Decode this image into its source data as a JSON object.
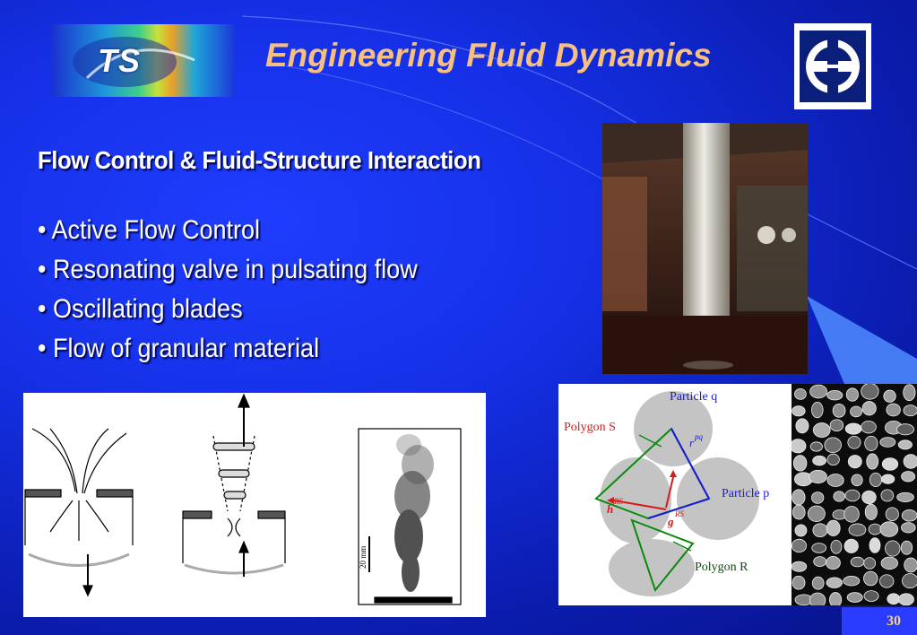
{
  "slide": {
    "title": "Engineering Fluid Dynamics",
    "subtitle": "Flow Control & Fluid-Structure Interaction",
    "bullets": [
      "• Active Flow Control",
      "• Resonating valve in pulsating flow",
      "• Oscillating blades",
      "• Flow of granular material"
    ],
    "page_number": "30"
  },
  "logos": {
    "ts_logo_text": "TS",
    "university_logo": "university-emblem-icon"
  },
  "figures": {
    "flow_diagram": {
      "scale_label": "20 mm"
    },
    "particle_diagram": {
      "particle_q": "Particle q",
      "particle_p": "Particle p",
      "polygon_s": "Polygon S",
      "polygon_r": "Polygon R",
      "vector_r": "r",
      "vector_r_sup": "pq",
      "vector_h": "h",
      "vector_h_sup": "RS",
      "vector_g": "g",
      "vector_g_sup": "RS"
    }
  },
  "colors": {
    "background": "#1530e6",
    "title": "#f7c080",
    "text": "#ffffff",
    "page_box": "#2a3cff",
    "page_number": "#f4d27a"
  }
}
